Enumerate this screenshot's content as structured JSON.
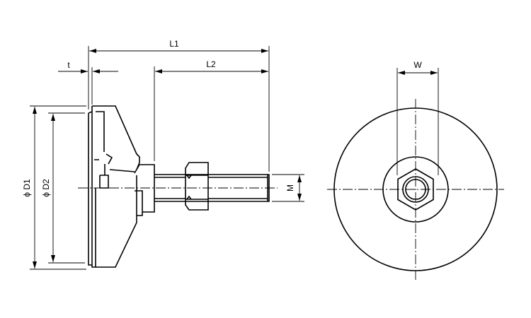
{
  "title": "Leveling foot dimension drawing",
  "labels": {
    "L1": "L1",
    "L2": "L2",
    "t": "t",
    "D1": "ϕ D1",
    "D2": "ϕ D2",
    "M": "M",
    "W": "W"
  },
  "colors": {
    "line": "#000000",
    "background": "#ffffff"
  }
}
